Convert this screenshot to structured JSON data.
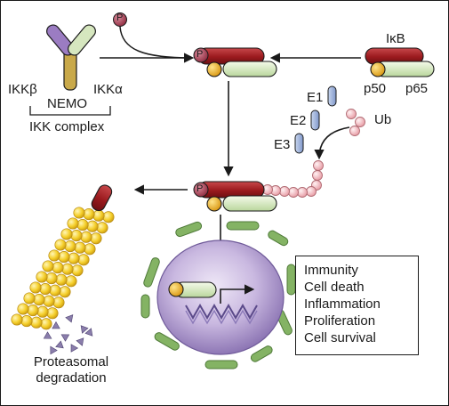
{
  "labels": {
    "ikk_beta": "IKKβ",
    "ikk_alpha": "IKKα",
    "nemo": "NEMO",
    "ikk_complex": "IKK complex",
    "phosphate": "P",
    "ikb": "IκB",
    "p50": "p50",
    "p65": "p65",
    "e1": "E1",
    "e2": "E2",
    "e3": "E3",
    "ub": "Ub",
    "proteasomal_line1": "Proteasomal",
    "proteasomal_line2": "degradation"
  },
  "outcomes": [
    "Immunity",
    "Cell death",
    "Inflammation",
    "Proliferation",
    "Cell survival"
  ],
  "colors": {
    "ikb_red": "#9b1a1e",
    "p65_green": "#d6e7bf",
    "p50_gold": "#f2b51c",
    "phospho": "#a13a4e",
    "ubiquitin": "#f2b7bd",
    "enzyme_blue": "#9fb4dc",
    "nucleus": "#b9a6d4",
    "er_green": "#84b364",
    "proteasome": "#f5cf2a",
    "fragment": "#8a7dab"
  }
}
